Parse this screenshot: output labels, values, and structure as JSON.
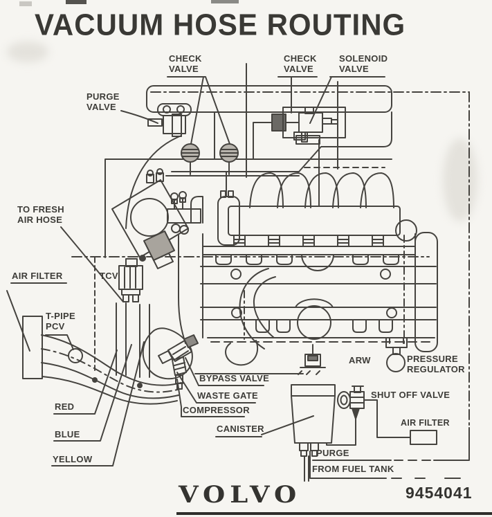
{
  "title": "VACUUM HOSE ROUTING",
  "brand": {
    "logo": "VOLVO",
    "part_number": "9454041"
  },
  "colors": {
    "ink": "#45433f",
    "paper": "#f6f5f1",
    "shade_gray": "#a8a49d",
    "dark_fill": "#6b6965"
  },
  "labels": {
    "check_valve_1": "CHECK\nVALVE",
    "check_valve_2": "CHECK\nVALVE",
    "solenoid_valve": "SOLENOID\nVALVE",
    "purge_valve": "PURGE\nVALVE",
    "to_fresh_air_hose": "TO FRESH\nAIR HOSE",
    "air_filter_left": "AIR FILTER",
    "tcv": "TCV",
    "t_pipe_pcv": "T-PIPE\nPCV",
    "red": "RED",
    "blue": "BLUE",
    "yellow": "YELLOW",
    "bypass_valve": "BYPASS VALVE",
    "waste_gate": "WASTE GATE",
    "compressor": "COMPRESSOR",
    "arw": "ARW",
    "pressure_regulator": "PRESSURE\nREGULATOR",
    "shut_off_valve": "SHUT OFF VALVE",
    "canister": "CANISTER",
    "air_filter_right": "AIR FILTER",
    "purge": "PURGE",
    "from_fuel_tank": "FROM FUEL TANK"
  }
}
